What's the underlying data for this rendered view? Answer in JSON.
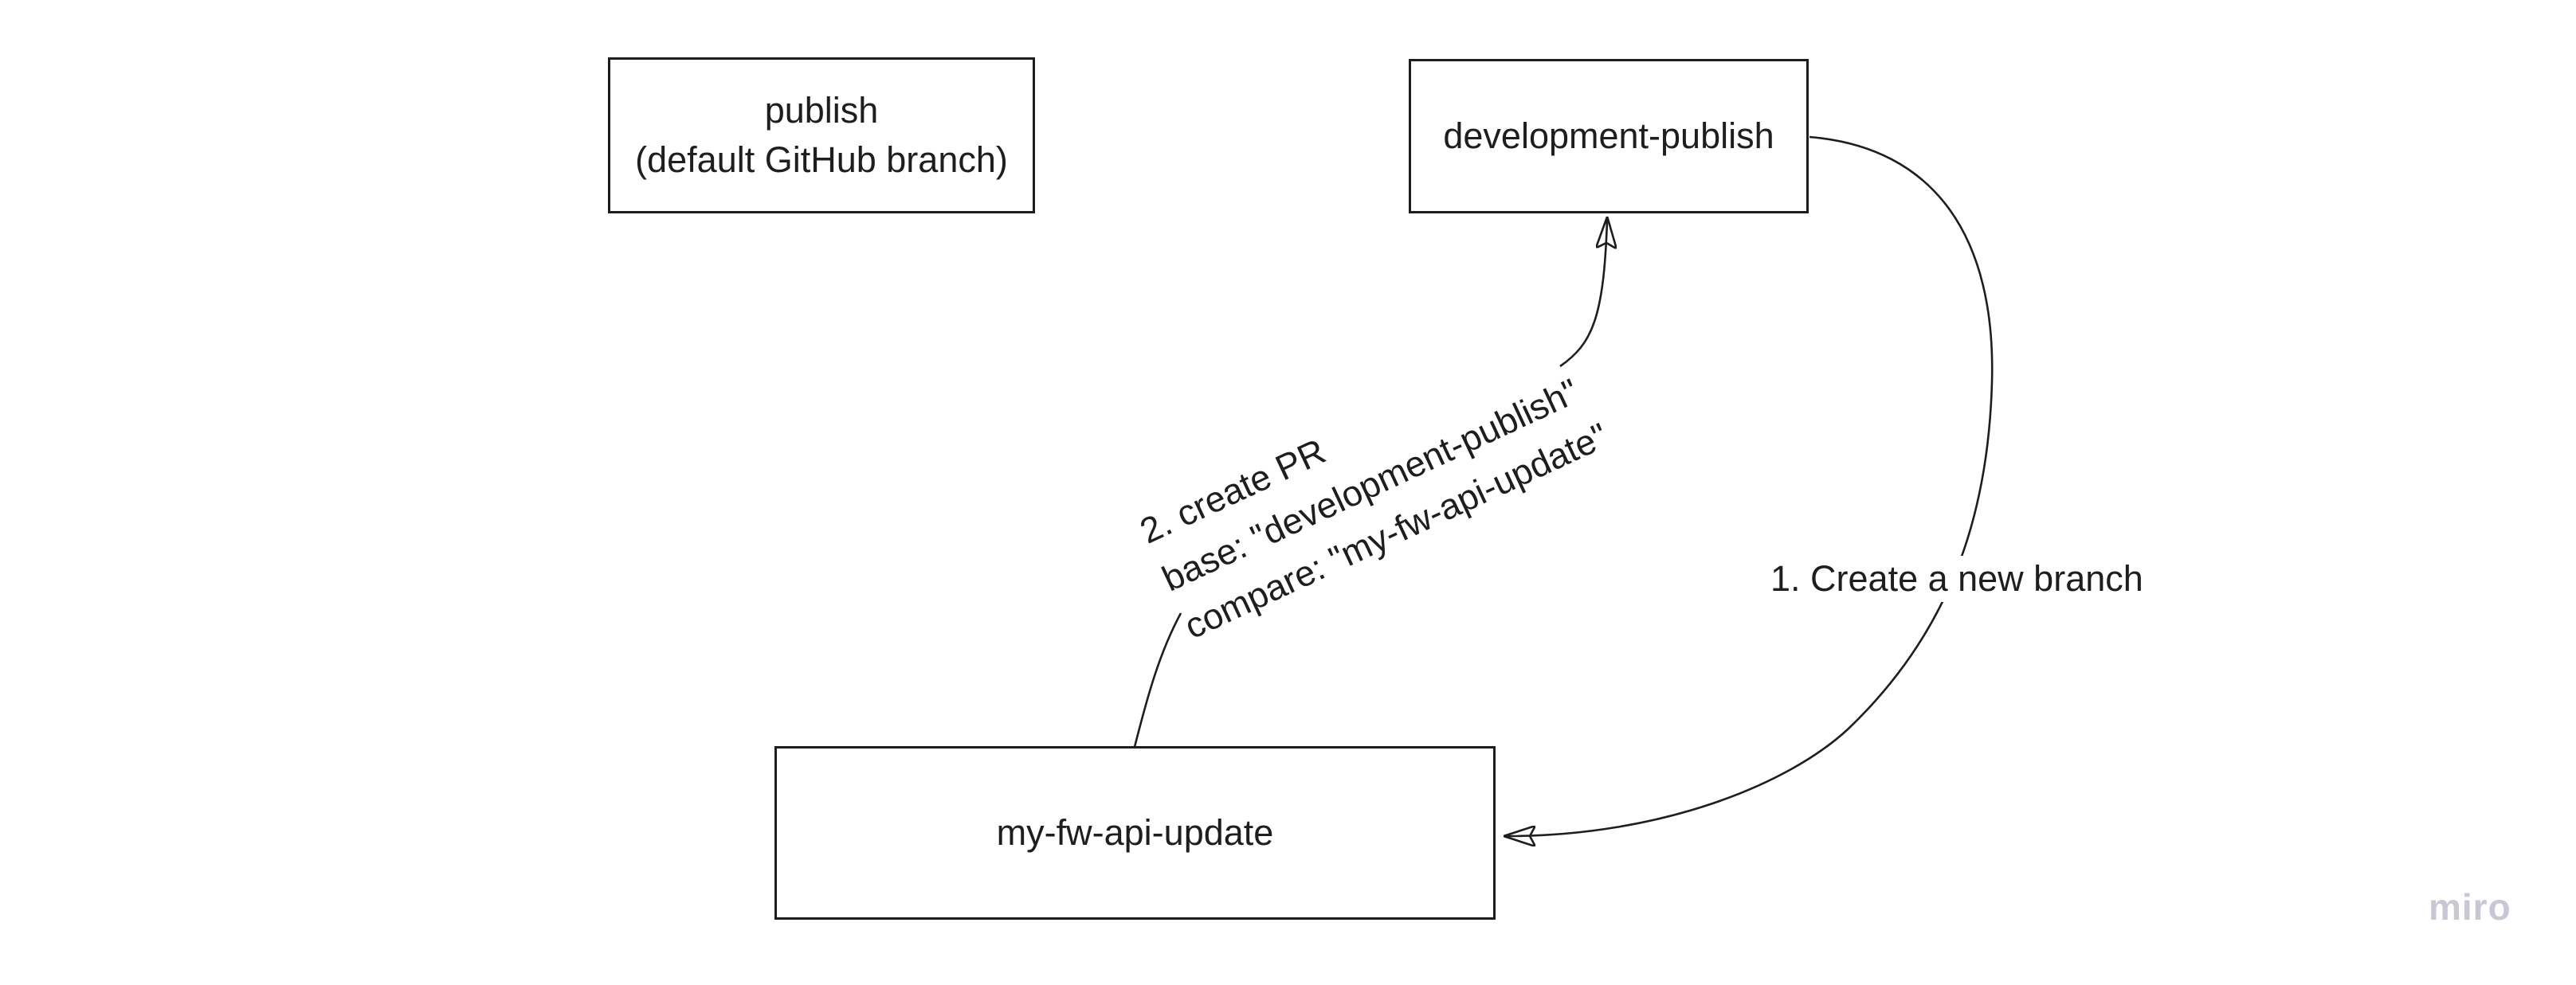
{
  "canvas": {
    "background": "#ffffff",
    "stroke_color": "#1e1e1e"
  },
  "boxes": {
    "publish": {
      "line1": "publish",
      "line2": "(default GitHub branch)"
    },
    "development_publish": {
      "label": "development-publish"
    },
    "my_fw_api_update": {
      "label": "my-fw-api-update"
    }
  },
  "arrows": {
    "create_branch": {
      "label": "1. Create a new branch",
      "from": "development-publish",
      "to": "my-fw-api-update"
    },
    "create_pr": {
      "line1": "2. create PR",
      "line2": "base: \"development-publish\"",
      "line3": "compare: \"my-fw-api-update\"",
      "from": "my-fw-api-update",
      "to": "development-publish"
    }
  },
  "watermark": {
    "label": "miro",
    "color": "#c7c8d4"
  }
}
